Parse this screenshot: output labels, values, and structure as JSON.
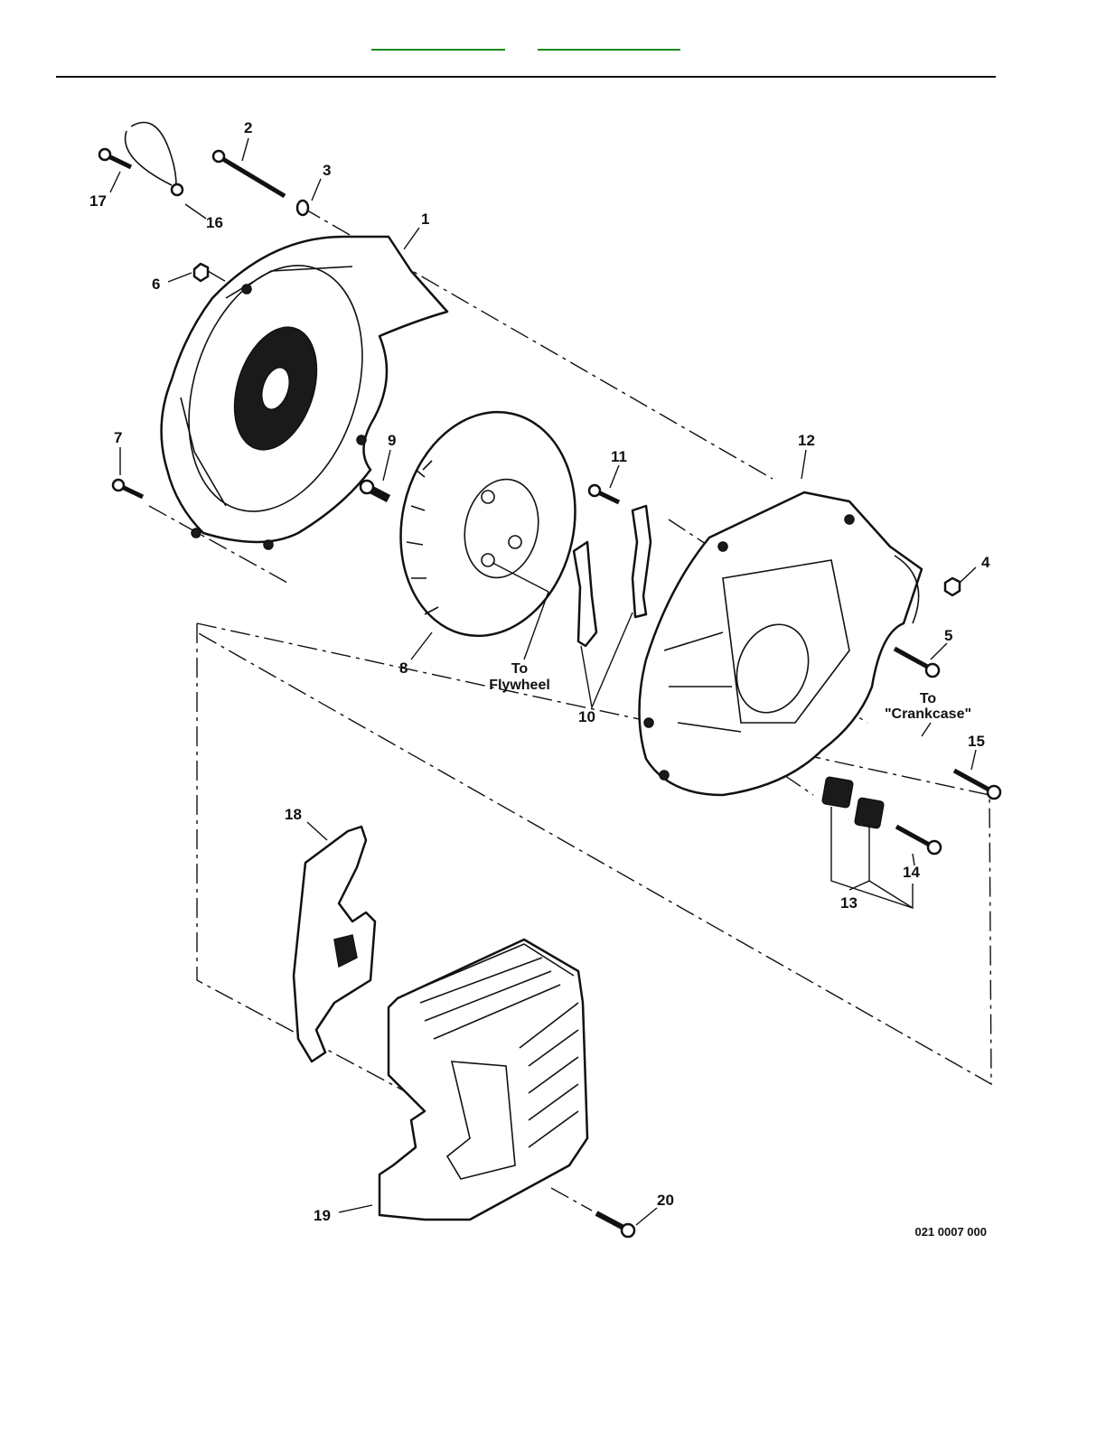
{
  "nav": {
    "link_1": "",
    "link_2": ""
  },
  "callouts": [
    {
      "id": "c1",
      "text": "1"
    },
    {
      "id": "c2",
      "text": "2"
    },
    {
      "id": "c3",
      "text": "3"
    },
    {
      "id": "c4",
      "text": "4"
    },
    {
      "id": "c5",
      "text": "5"
    },
    {
      "id": "c6",
      "text": "6"
    },
    {
      "id": "c7",
      "text": "7"
    },
    {
      "id": "c8",
      "text": "8"
    },
    {
      "id": "c9",
      "text": "9"
    },
    {
      "id": "c10",
      "text": "10"
    },
    {
      "id": "c11",
      "text": "11"
    },
    {
      "id": "c12",
      "text": "12"
    },
    {
      "id": "c13",
      "text": "13"
    },
    {
      "id": "c14",
      "text": "14"
    },
    {
      "id": "c15",
      "text": "15"
    },
    {
      "id": "c16",
      "text": "16"
    },
    {
      "id": "c17",
      "text": "17"
    },
    {
      "id": "c18",
      "text": "18"
    },
    {
      "id": "c19",
      "text": "19"
    },
    {
      "id": "c20",
      "text": "20"
    }
  ],
  "notes": {
    "to_flywheel_line1": "To",
    "to_flywheel_line2": "Flywheel",
    "to_crankcase_line1": "To",
    "to_crankcase_line2": "\"Crankcase\""
  },
  "drawing_code": "021 0007 000",
  "colors": {
    "link_green": "#1a8a1a",
    "ink": "#111111",
    "paper": "#ffffff"
  }
}
